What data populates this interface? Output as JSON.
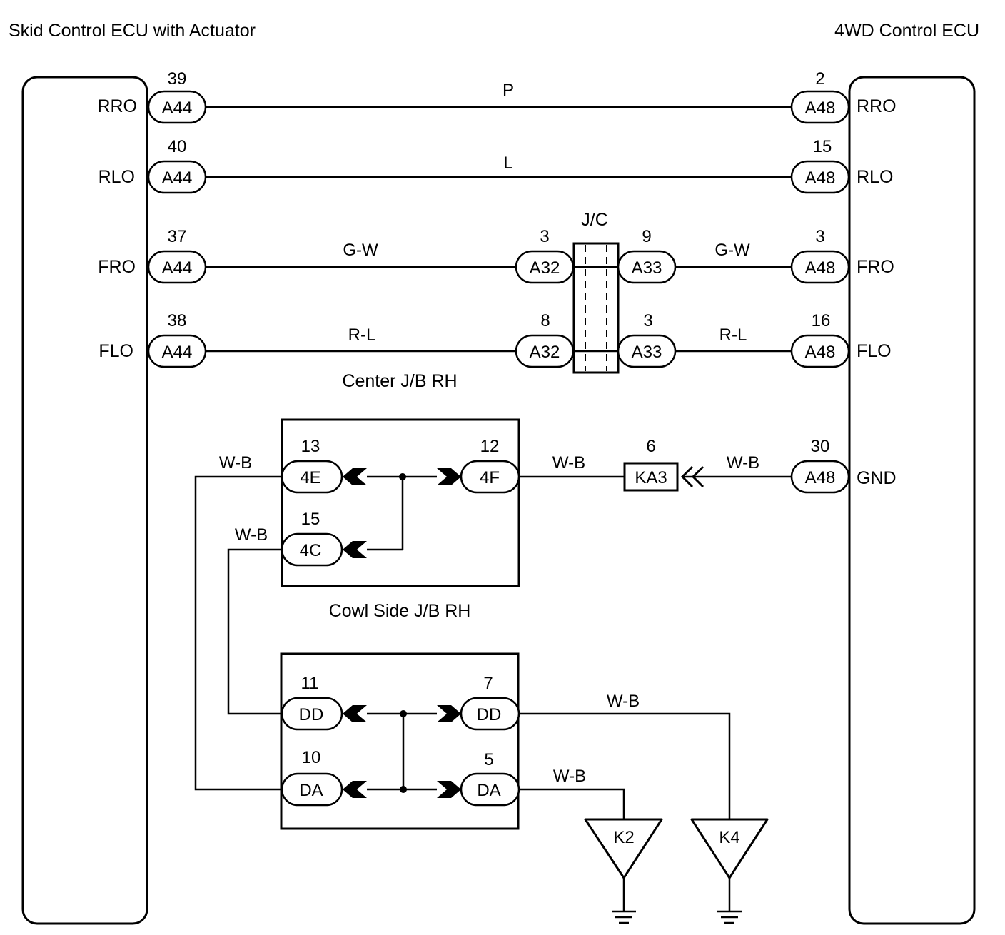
{
  "ecu_left": {
    "title": "Skid Control ECU with Actuator",
    "terminals": [
      "RRO",
      "RLO",
      "FRO",
      "FLO"
    ]
  },
  "ecu_right": {
    "title": "4WD Control ECU",
    "terminals": [
      "RRO",
      "RLO",
      "FRO",
      "FLO",
      "GND"
    ]
  },
  "circuits": {
    "rro": {
      "left_pin": "39",
      "left_conn": "A44",
      "wire": "P",
      "right_pin": "2",
      "right_conn": "A48"
    },
    "rlo": {
      "left_pin": "40",
      "left_conn": "A44",
      "wire": "L",
      "right_pin": "15",
      "right_conn": "A48"
    },
    "fro": {
      "left_pin": "37",
      "left_conn": "A44",
      "wire_left": "G-W",
      "jc_in_pin": "3",
      "jc_in_conn": "A32",
      "jc_out_pin": "9",
      "jc_out_conn": "A33",
      "wire_right": "G-W",
      "right_pin": "3",
      "right_conn": "A48"
    },
    "flo": {
      "left_pin": "38",
      "left_conn": "A44",
      "wire_left": "R-L",
      "jc_in_pin": "8",
      "jc_in_conn": "A32",
      "jc_out_pin": "3",
      "jc_out_conn": "A33",
      "wire_right": "R-L",
      "right_pin": "16",
      "right_conn": "A48"
    }
  },
  "jc": {
    "label": "J/C",
    "caption": "Center J/B RH"
  },
  "cowl_jb": {
    "caption": "Cowl Side J/B RH",
    "pin_4e": "13",
    "conn_4e": "4E",
    "pin_4f": "12",
    "conn_4f": "4F",
    "pin_4c": "15",
    "conn_4c": "4C",
    "wire_4e": "W-B",
    "wire_4c": "W-B",
    "wire_4f": "W-B"
  },
  "ka3": {
    "pin": "6",
    "conn": "KA3",
    "wire": "W-B"
  },
  "gnd": {
    "pin": "30",
    "conn": "A48"
  },
  "ground_jb": {
    "pin_dd_in": "11",
    "conn_dd_in": "DD",
    "pin_dd_out": "7",
    "conn_dd_out": "DD",
    "pin_da_in": "10",
    "conn_da_in": "DA",
    "pin_da_out": "5",
    "conn_da_out": "DA",
    "wire_dd": "W-B",
    "wire_da": "W-B"
  },
  "grounds": {
    "k2": "K2",
    "k4": "K4"
  }
}
